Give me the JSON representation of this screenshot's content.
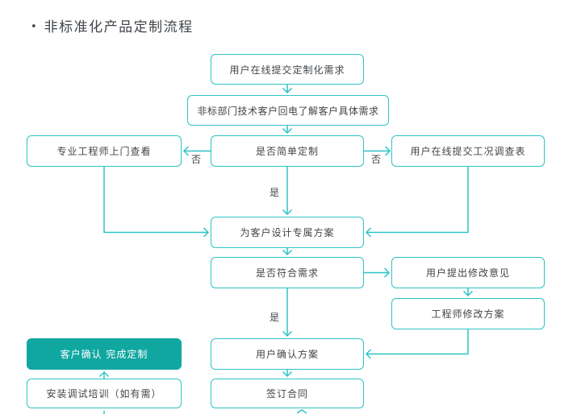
{
  "title": {
    "bullet": "•",
    "text": "非标准化产品定制流程"
  },
  "flowchart": {
    "nodes": {
      "submit": "用户在线提交定制化需求",
      "callback": "非标部门技术客户回电了解客户具体需求",
      "visit": "专业工程师上门查看",
      "simple": "是否简单定制",
      "survey": "用户在线提交工况调查表",
      "design": "为客户设计专属方案",
      "fit": "是否符合需求",
      "feedback": "用户提出修改意见",
      "revise": "工程师修改方案",
      "confirm": "用户确认方案",
      "contract": "签订合同",
      "complete": "客户确认 完成定制",
      "install": "安装调试培训（如有需）"
    },
    "edge_labels": {
      "no_left": "否",
      "no_right": "否",
      "yes_top": "是",
      "yes_bottom": "是"
    },
    "highlighted_node": "complete"
  },
  "colors": {
    "line": "#2dc3c6",
    "node_border": "#2dc3c6",
    "node_fill": "#ffffff",
    "highlight_fill": "#11a7a1",
    "text": "#414549",
    "highlight_text": "#ffffff",
    "background": "#ffffff"
  }
}
